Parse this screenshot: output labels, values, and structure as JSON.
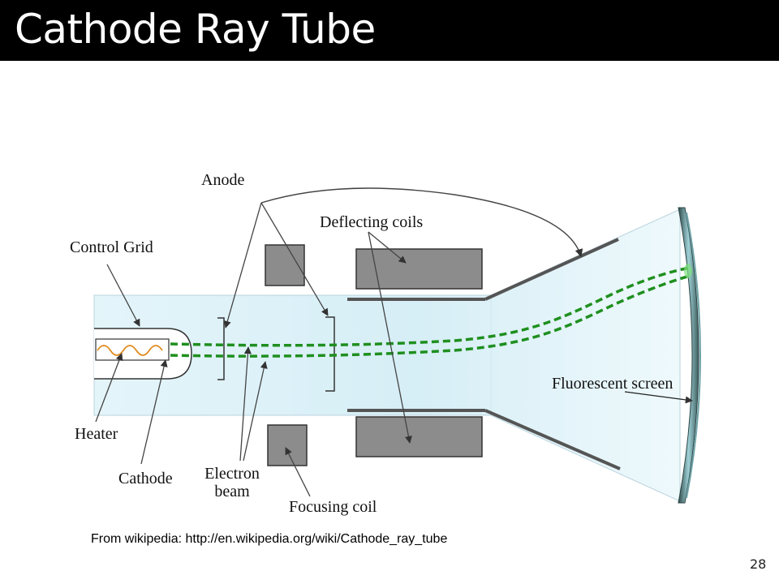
{
  "slide": {
    "title": "Cathode Ray Tube",
    "source": "From wikipedia: http://en.wikipedia.org/wiki/Cathode_ray_tube",
    "page_number": "28"
  },
  "diagram": {
    "labels": {
      "anode": "Anode",
      "deflecting_coils": "Deflecting coils",
      "control_grid": "Control Grid",
      "fluorescent_screen": "Fluorescent screen",
      "heater": "Heater",
      "cathode": "Cathode",
      "electron_beam_line1": "Electron",
      "electron_beam_line2": "beam",
      "focusing_coil": "Focusing coil"
    },
    "colors": {
      "tube_fill": "#dff3f8",
      "coil": "#8c8c8c",
      "beam": "#1f8f1f",
      "heater": "#e08a1e",
      "pointer": "#444444"
    }
  }
}
